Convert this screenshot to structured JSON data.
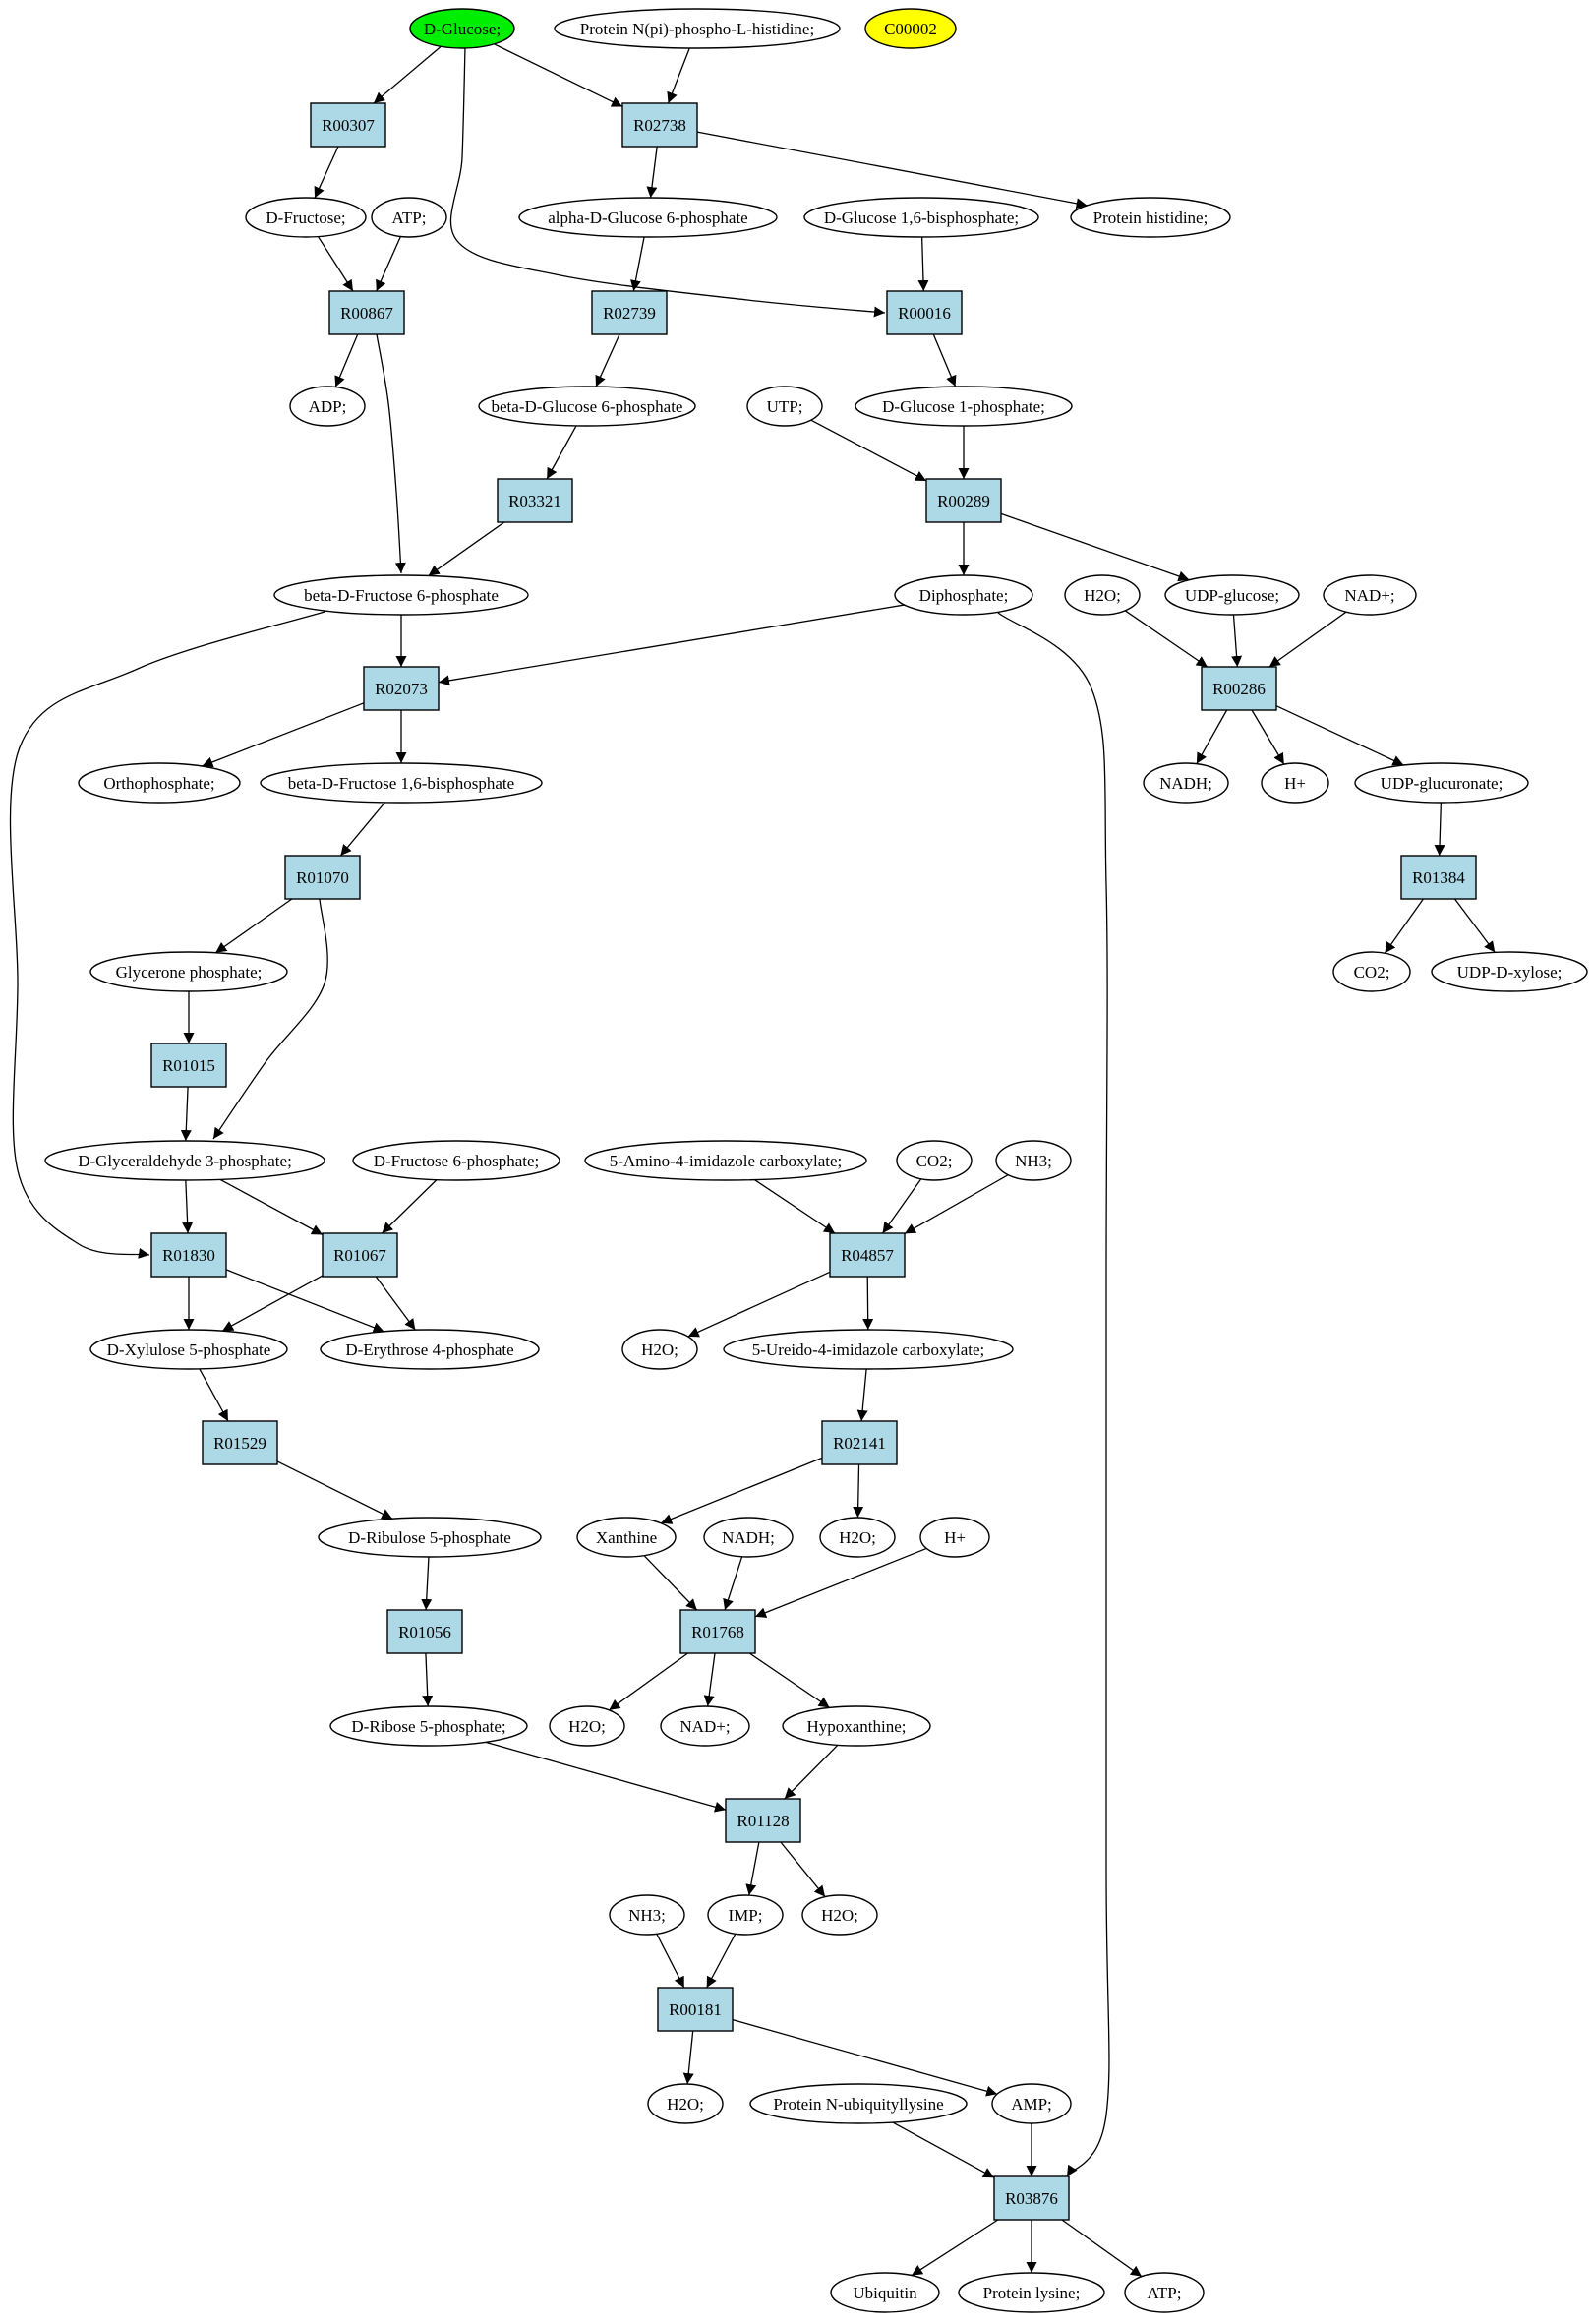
{
  "colors": {
    "reaction_fill": "#add8e6",
    "compound_fill": "#ffffff",
    "start_fill": "#00ee00",
    "highlight_fill": "#ffff00",
    "line": "#000000"
  },
  "nodes": {
    "n_glucose": {
      "label": "D-Glucose;",
      "shape": "ellipse",
      "fill": "start"
    },
    "n_protein_nphospho": {
      "label": "Protein N(pi)-phospho-L-histidine;",
      "shape": "ellipse"
    },
    "n_c00002": {
      "label": "C00002",
      "shape": "ellipse",
      "fill": "highlight"
    },
    "r00307": {
      "label": "R00307",
      "shape": "box"
    },
    "r02738": {
      "label": "R02738",
      "shape": "box"
    },
    "n_fructose": {
      "label": "D-Fructose;",
      "shape": "ellipse"
    },
    "n_atp1": {
      "label": "ATP;",
      "shape": "ellipse"
    },
    "n_alpha_g6p": {
      "label": "alpha-D-Glucose 6-phosphate",
      "shape": "ellipse"
    },
    "n_g16bp": {
      "label": "D-Glucose 1,6-bisphosphate;",
      "shape": "ellipse"
    },
    "n_protein_his": {
      "label": "Protein histidine;",
      "shape": "ellipse"
    },
    "r00867": {
      "label": "R00867",
      "shape": "box"
    },
    "r02739": {
      "label": "R02739",
      "shape": "box"
    },
    "r00016": {
      "label": "R00016",
      "shape": "box"
    },
    "n_adp": {
      "label": "ADP;",
      "shape": "ellipse"
    },
    "n_beta_g6p": {
      "label": "beta-D-Glucose 6-phosphate",
      "shape": "ellipse"
    },
    "n_utp": {
      "label": "UTP;",
      "shape": "ellipse"
    },
    "n_g1p": {
      "label": "D-Glucose 1-phosphate;",
      "shape": "ellipse"
    },
    "r03321": {
      "label": "R03321",
      "shape": "box"
    },
    "r00289": {
      "label": "R00289",
      "shape": "box"
    },
    "n_beta_f6p": {
      "label": "beta-D-Fructose 6-phosphate",
      "shape": "ellipse"
    },
    "n_diphosphate": {
      "label": "Diphosphate;",
      "shape": "ellipse"
    },
    "n_h2o_a": {
      "label": "H2O;",
      "shape": "ellipse"
    },
    "n_udp_glucose": {
      "label": "UDP-glucose;",
      "shape": "ellipse"
    },
    "n_nad_a": {
      "label": "NAD+;",
      "shape": "ellipse"
    },
    "r02073": {
      "label": "R02073",
      "shape": "box"
    },
    "r00286": {
      "label": "R00286",
      "shape": "box"
    },
    "n_orthophosphate": {
      "label": "Orthophosphate;",
      "shape": "ellipse"
    },
    "n_f16bp": {
      "label": "beta-D-Fructose 1,6-bisphosphate",
      "shape": "ellipse"
    },
    "n_nadh_a": {
      "label": "NADH;",
      "shape": "ellipse"
    },
    "n_h_a": {
      "label": "H+",
      "shape": "ellipse"
    },
    "n_udp_glucuronate": {
      "label": "UDP-glucuronate;",
      "shape": "ellipse"
    },
    "r01070": {
      "label": "R01070",
      "shape": "box"
    },
    "r01384": {
      "label": "R01384",
      "shape": "box"
    },
    "n_glycerone_p": {
      "label": "Glycerone phosphate;",
      "shape": "ellipse"
    },
    "n_co2_a": {
      "label": "CO2;",
      "shape": "ellipse"
    },
    "n_udp_xylose": {
      "label": "UDP-D-xylose;",
      "shape": "ellipse"
    },
    "r01015": {
      "label": "R01015",
      "shape": "box"
    },
    "n_g3p": {
      "label": "D-Glyceraldehyde 3-phosphate;",
      "shape": "ellipse"
    },
    "n_f6p": {
      "label": "D-Fructose 6-phosphate;",
      "shape": "ellipse"
    },
    "n_aica": {
      "label": "5-Amino-4-imidazole carboxylate;",
      "shape": "ellipse"
    },
    "n_co2_b": {
      "label": "CO2;",
      "shape": "ellipse"
    },
    "n_nh3_a": {
      "label": "NH3;",
      "shape": "ellipse"
    },
    "r01830": {
      "label": "R01830",
      "shape": "box"
    },
    "r01067": {
      "label": "R01067",
      "shape": "box"
    },
    "r04857": {
      "label": "R04857",
      "shape": "box"
    },
    "n_xylulose5p": {
      "label": "D-Xylulose 5-phosphate",
      "shape": "ellipse"
    },
    "n_erythrose4p": {
      "label": "D-Erythrose 4-phosphate",
      "shape": "ellipse"
    },
    "n_h2o_b": {
      "label": "H2O;",
      "shape": "ellipse"
    },
    "n_ureido": {
      "label": "5-Ureido-4-imidazole carboxylate;",
      "shape": "ellipse"
    },
    "r01529": {
      "label": "R01529",
      "shape": "box"
    },
    "r02141": {
      "label": "R02141",
      "shape": "box"
    },
    "n_ribulose5p": {
      "label": "D-Ribulose 5-phosphate",
      "shape": "ellipse"
    },
    "n_xanthine": {
      "label": "Xanthine",
      "shape": "ellipse"
    },
    "n_nadh_b": {
      "label": "NADH;",
      "shape": "ellipse"
    },
    "n_h2o_c": {
      "label": "H2O;",
      "shape": "ellipse"
    },
    "n_h_b": {
      "label": "H+",
      "shape": "ellipse"
    },
    "r01056": {
      "label": "R01056",
      "shape": "box"
    },
    "r01768": {
      "label": "R01768",
      "shape": "box"
    },
    "n_ribose5p": {
      "label": "D-Ribose 5-phosphate;",
      "shape": "ellipse"
    },
    "n_h2o_d": {
      "label": "H2O;",
      "shape": "ellipse"
    },
    "n_nad_b": {
      "label": "NAD+;",
      "shape": "ellipse"
    },
    "n_hypoxanthine": {
      "label": "Hypoxanthine;",
      "shape": "ellipse"
    },
    "r01128": {
      "label": "R01128",
      "shape": "box"
    },
    "n_nh3_b": {
      "label": "NH3;",
      "shape": "ellipse"
    },
    "n_imp": {
      "label": "IMP;",
      "shape": "ellipse"
    },
    "n_h2o_e": {
      "label": "H2O;",
      "shape": "ellipse"
    },
    "r00181": {
      "label": "R00181",
      "shape": "box"
    },
    "n_h2o_f": {
      "label": "H2O;",
      "shape": "ellipse"
    },
    "n_protein_ubl": {
      "label": "Protein N-ubiquityllysine",
      "shape": "ellipse"
    },
    "n_amp": {
      "label": "AMP;",
      "shape": "ellipse"
    },
    "r03876": {
      "label": "R03876",
      "shape": "box"
    },
    "n_ubiquitin": {
      "label": "Ubiquitin",
      "shape": "ellipse"
    },
    "n_protein_lys": {
      "label": "Protein lysine;",
      "shape": "ellipse"
    },
    "n_atp2": {
      "label": "ATP;",
      "shape": "ellipse"
    }
  },
  "edges": [
    [
      "n_glucose",
      "r00307"
    ],
    [
      "n_glucose",
      "r02738"
    ],
    [
      "n_glucose",
      "r00016"
    ],
    [
      "n_protein_nphospho",
      "r02738"
    ],
    [
      "r00307",
      "n_fructose"
    ],
    [
      "r02738",
      "n_alpha_g6p"
    ],
    [
      "r02738",
      "n_protein_his"
    ],
    [
      "n_fructose",
      "r00867"
    ],
    [
      "n_atp1",
      "r00867"
    ],
    [
      "r00867",
      "n_adp"
    ],
    [
      "r00867",
      "n_beta_f6p"
    ],
    [
      "n_alpha_g6p",
      "r02739"
    ],
    [
      "r02739",
      "n_beta_g6p"
    ],
    [
      "n_beta_g6p",
      "r03321"
    ],
    [
      "r03321",
      "n_beta_f6p"
    ],
    [
      "n_g16bp",
      "r00016"
    ],
    [
      "r00016",
      "n_g1p"
    ],
    [
      "n_utp",
      "r00289"
    ],
    [
      "n_g1p",
      "r00289"
    ],
    [
      "r00289",
      "n_diphosphate"
    ],
    [
      "r00289",
      "n_udp_glucose"
    ],
    [
      "n_beta_f6p",
      "r02073"
    ],
    [
      "n_beta_f6p",
      "r01830"
    ],
    [
      "n_diphosphate",
      "r02073"
    ],
    [
      "n_diphosphate",
      "r03876"
    ],
    [
      "r02073",
      "n_orthophosphate"
    ],
    [
      "r02073",
      "n_f16bp"
    ],
    [
      "n_h2o_a",
      "r00286"
    ],
    [
      "n_udp_glucose",
      "r00286"
    ],
    [
      "n_nad_a",
      "r00286"
    ],
    [
      "r00286",
      "n_nadh_a"
    ],
    [
      "r00286",
      "n_h_a"
    ],
    [
      "r00286",
      "n_udp_glucuronate"
    ],
    [
      "n_udp_glucuronate",
      "r01384"
    ],
    [
      "r01384",
      "n_co2_a"
    ],
    [
      "r01384",
      "n_udp_xylose"
    ],
    [
      "n_f16bp",
      "r01070"
    ],
    [
      "r01070",
      "n_glycerone_p"
    ],
    [
      "r01070",
      "n_g3p"
    ],
    [
      "n_glycerone_p",
      "r01015"
    ],
    [
      "r01015",
      "n_g3p"
    ],
    [
      "n_g3p",
      "r01830"
    ],
    [
      "n_g3p",
      "r01067"
    ],
    [
      "n_f6p",
      "r01067"
    ],
    [
      "r01830",
      "n_xylulose5p"
    ],
    [
      "r01830",
      "n_erythrose4p"
    ],
    [
      "r01067",
      "n_xylulose5p"
    ],
    [
      "r01067",
      "n_erythrose4p"
    ],
    [
      "n_aica",
      "r04857"
    ],
    [
      "n_co2_b",
      "r04857"
    ],
    [
      "n_nh3_a",
      "r04857"
    ],
    [
      "r04857",
      "n_h2o_b"
    ],
    [
      "r04857",
      "n_ureido"
    ],
    [
      "n_ureido",
      "r02141"
    ],
    [
      "r02141",
      "n_xanthine"
    ],
    [
      "r02141",
      "n_h2o_c"
    ],
    [
      "n_xylulose5p",
      "r01529"
    ],
    [
      "r01529",
      "n_ribulose5p"
    ],
    [
      "n_ribulose5p",
      "r01056"
    ],
    [
      "r01056",
      "n_ribose5p"
    ],
    [
      "n_xanthine",
      "r01768"
    ],
    [
      "n_nadh_b",
      "r01768"
    ],
    [
      "n_h_b",
      "r01768"
    ],
    [
      "r01768",
      "n_h2o_d"
    ],
    [
      "r01768",
      "n_nad_b"
    ],
    [
      "r01768",
      "n_hypoxanthine"
    ],
    [
      "n_ribose5p",
      "r01128"
    ],
    [
      "n_hypoxanthine",
      "r01128"
    ],
    [
      "r01128",
      "n_imp"
    ],
    [
      "r01128",
      "n_h2o_e"
    ],
    [
      "n_nh3_b",
      "r00181"
    ],
    [
      "n_imp",
      "r00181"
    ],
    [
      "r00181",
      "n_h2o_f"
    ],
    [
      "r00181",
      "n_amp"
    ],
    [
      "n_protein_ubl",
      "r03876"
    ],
    [
      "n_amp",
      "r03876"
    ],
    [
      "r03876",
      "n_ubiquitin"
    ],
    [
      "r03876",
      "n_protein_lys"
    ],
    [
      "r03876",
      "n_atp2"
    ]
  ]
}
